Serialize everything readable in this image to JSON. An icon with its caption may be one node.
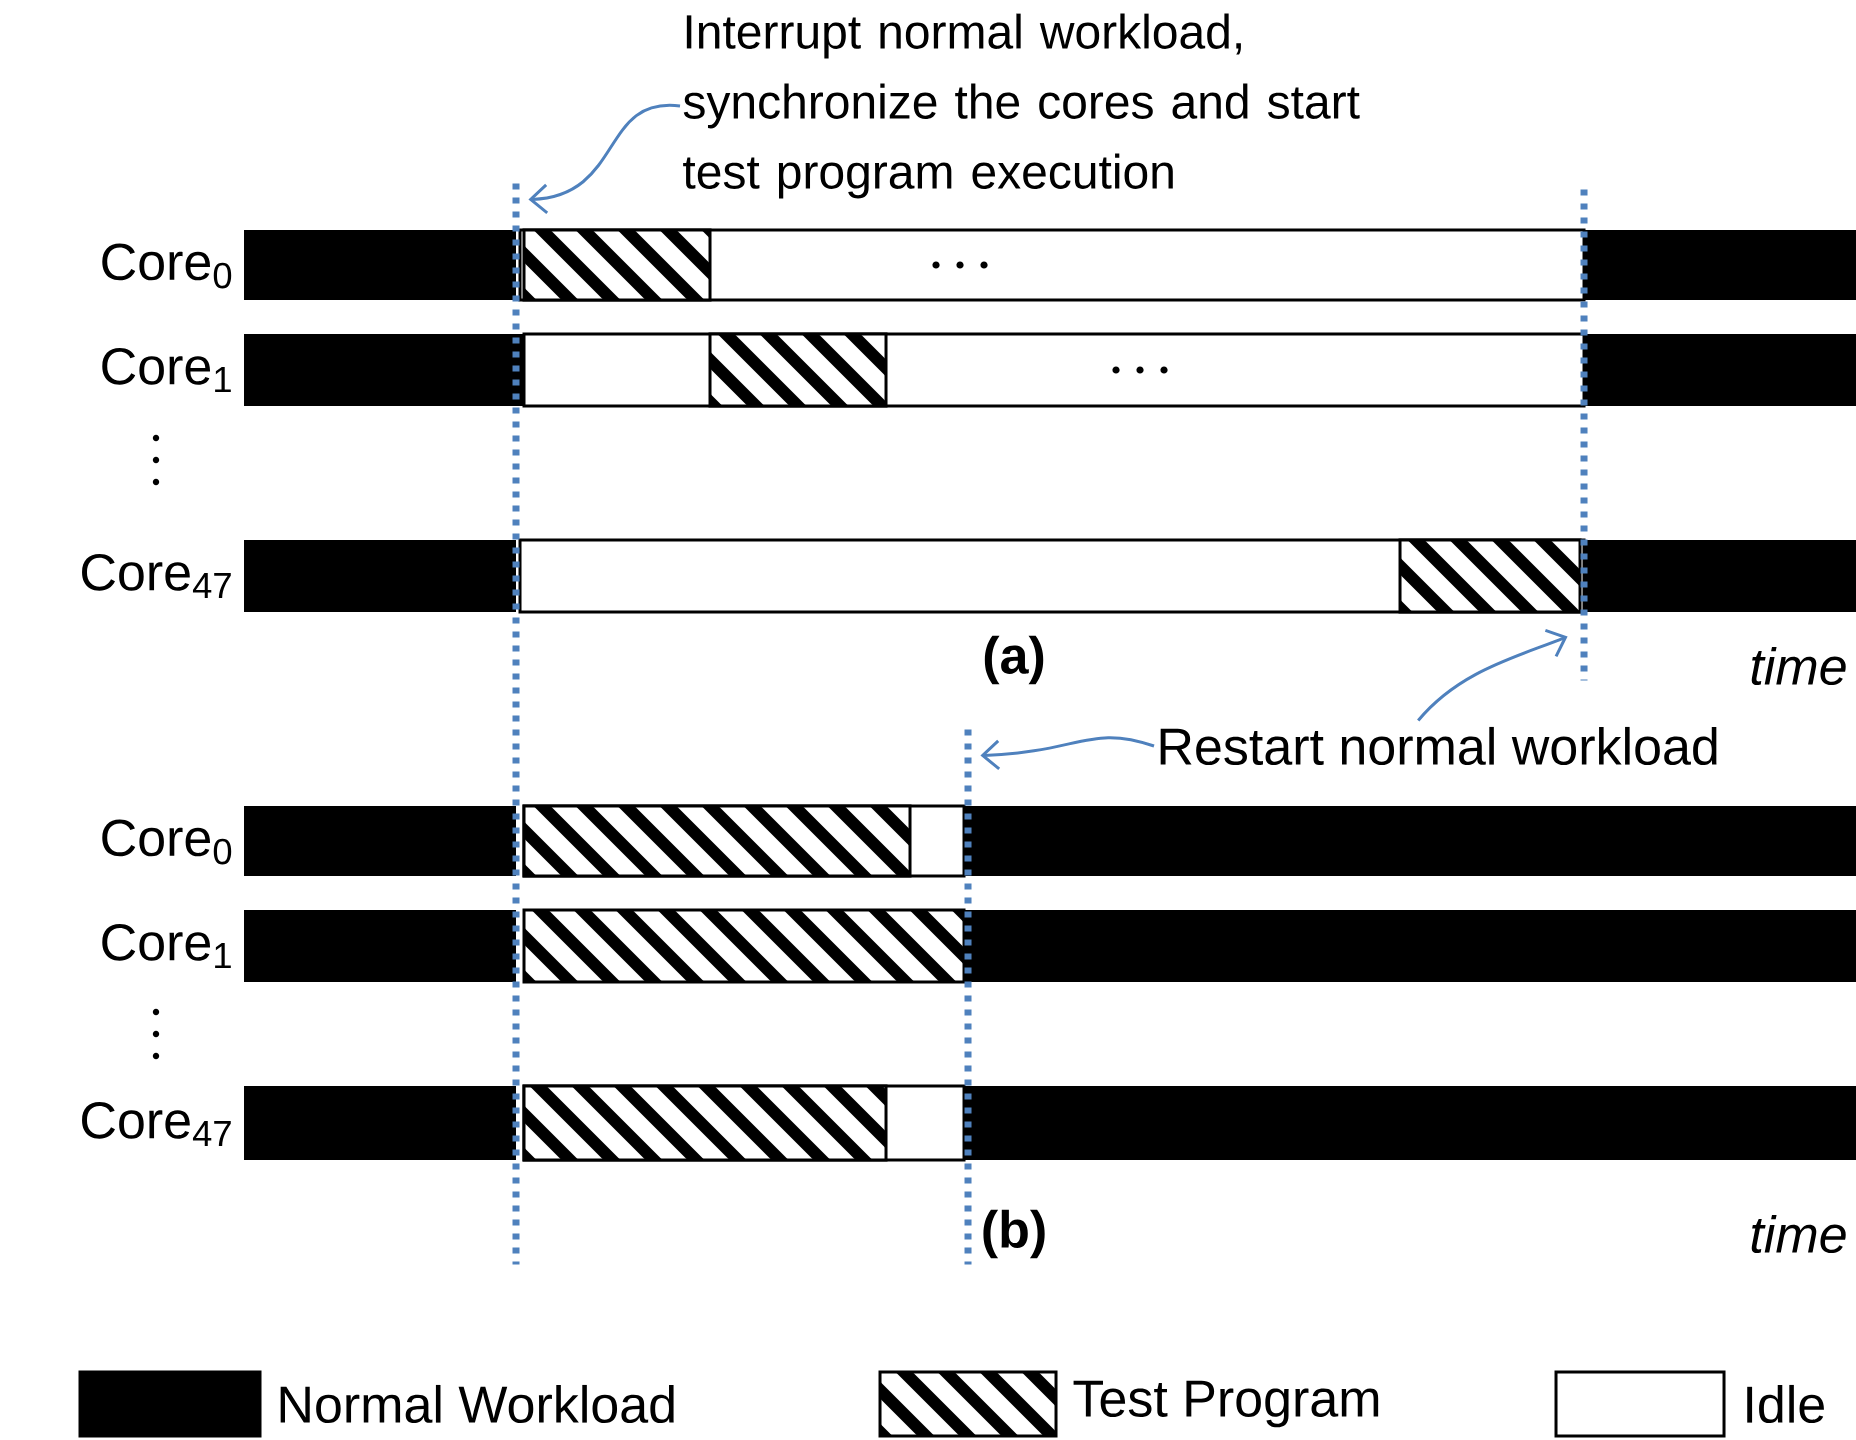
{
  "diagram": {
    "nodes": [
      {
        "text": [
          "Interrupt normal workload, synchronize the cores and start test program execution"
        ]
      },
      {
        "text": [],
        "shape": "line"
      },
      {
        "text": [
          "Restart normal workload"
        ]
      },
      {
        "text": [],
        "shape": "line"
      },
      {
        "text": [],
        "shape": "line"
      }
    ],
    "edges": [
      {
        "from": 0,
        "to": 1,
        "arrow": "to"
      },
      {
        "from": 2,
        "to": 3,
        "arrow": "to"
      },
      {
        "from": 2,
        "to": 4,
        "arrow": "to"
      }
    ],
    "labels": [
      "Core$_{0}$",
      "Core$_{1}$",
      "Core$_{47}$",
      "(a)",
      "time",
      "Core$_{0}$",
      "Core$_{1}$",
      "Core$_{47}$",
      "(b)",
      "time"
    ],
    "legend": [
      {
        "text": "Normal Workload",
        "color": "#000000"
      },
      {
        "text": "Test Program"
      },
      {
        "text": "Idle"
      }
    ]
  }
}
